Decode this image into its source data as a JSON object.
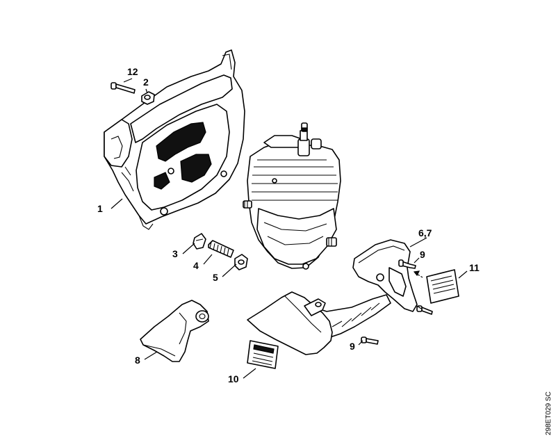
{
  "callouts": [
    {
      "id": "c1",
      "label": "1"
    },
    {
      "id": "c12",
      "label": "12"
    },
    {
      "id": "c2",
      "label": "2"
    },
    {
      "id": "c3",
      "label": "3"
    },
    {
      "id": "c4",
      "label": "4"
    },
    {
      "id": "c5",
      "label": "5"
    },
    {
      "id": "c67",
      "label": "6,7"
    },
    {
      "id": "c9a",
      "label": "9"
    },
    {
      "id": "c11",
      "label": "11"
    },
    {
      "id": "c9b",
      "label": "9"
    },
    {
      "id": "c8",
      "label": "8"
    },
    {
      "id": "c10",
      "label": "10"
    }
  ],
  "drawing_code": "298ET029 SC",
  "colors": {
    "line": "#000000",
    "background": "#ffffff",
    "shade": "#d9d9d9"
  }
}
